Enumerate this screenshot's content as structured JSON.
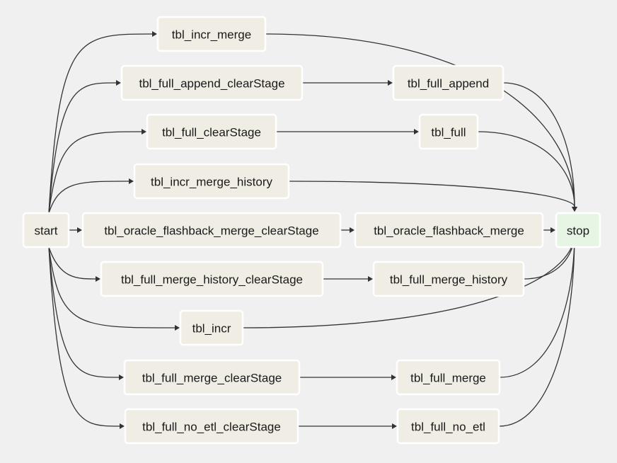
{
  "diagram": {
    "type": "dag",
    "colors": {
      "background": "#f0f0f0",
      "node_fill": "#f0ede4",
      "node_border": "#ffffff",
      "terminal_fill": "#e6f5e4",
      "edge": "#333333"
    },
    "nodes": [
      {
        "id": "start",
        "label": "start"
      },
      {
        "id": "tbl_incr_merge",
        "label": "tbl_incr_merge"
      },
      {
        "id": "tbl_full_append_clearStage",
        "label": "tbl_full_append_clearStage"
      },
      {
        "id": "tbl_full_append",
        "label": "tbl_full_append"
      },
      {
        "id": "tbl_full_clearStage",
        "label": "tbl_full_clearStage"
      },
      {
        "id": "tbl_full",
        "label": "tbl_full"
      },
      {
        "id": "tbl_incr_merge_history",
        "label": "tbl_incr_merge_history"
      },
      {
        "id": "tbl_oracle_flashback_merge_clearStage",
        "label": "tbl_oracle_flashback_merge_clearStage"
      },
      {
        "id": "tbl_oracle_flashback_merge",
        "label": "tbl_oracle_flashback_merge"
      },
      {
        "id": "tbl_full_merge_history_clearStage",
        "label": "tbl_full_merge_history_clearStage"
      },
      {
        "id": "tbl_full_merge_history",
        "label": "tbl_full_merge_history"
      },
      {
        "id": "tbl_incr",
        "label": "tbl_incr"
      },
      {
        "id": "tbl_full_merge_clearStage",
        "label": "tbl_full_merge_clearStage"
      },
      {
        "id": "tbl_full_merge",
        "label": "tbl_full_merge"
      },
      {
        "id": "tbl_full_no_etl_clearStage",
        "label": "tbl_full_no_etl_clearStage"
      },
      {
        "id": "tbl_full_no_etl",
        "label": "tbl_full_no_etl"
      },
      {
        "id": "stop",
        "label": "stop",
        "terminal": true
      }
    ],
    "edges": [
      {
        "from": "start",
        "to": "tbl_incr_merge"
      },
      {
        "from": "start",
        "to": "tbl_full_append_clearStage"
      },
      {
        "from": "start",
        "to": "tbl_full_clearStage"
      },
      {
        "from": "start",
        "to": "tbl_incr_merge_history"
      },
      {
        "from": "start",
        "to": "tbl_oracle_flashback_merge_clearStage"
      },
      {
        "from": "start",
        "to": "tbl_full_merge_history_clearStage"
      },
      {
        "from": "start",
        "to": "tbl_incr"
      },
      {
        "from": "start",
        "to": "tbl_full_merge_clearStage"
      },
      {
        "from": "start",
        "to": "tbl_full_no_etl_clearStage"
      },
      {
        "from": "tbl_full_append_clearStage",
        "to": "tbl_full_append"
      },
      {
        "from": "tbl_full_clearStage",
        "to": "tbl_full"
      },
      {
        "from": "tbl_oracle_flashback_merge_clearStage",
        "to": "tbl_oracle_flashback_merge"
      },
      {
        "from": "tbl_full_merge_history_clearStage",
        "to": "tbl_full_merge_history"
      },
      {
        "from": "tbl_full_merge_clearStage",
        "to": "tbl_full_merge"
      },
      {
        "from": "tbl_full_no_etl_clearStage",
        "to": "tbl_full_no_etl"
      },
      {
        "from": "tbl_incr_merge",
        "to": "stop"
      },
      {
        "from": "tbl_full_append",
        "to": "stop"
      },
      {
        "from": "tbl_full",
        "to": "stop"
      },
      {
        "from": "tbl_incr_merge_history",
        "to": "stop"
      },
      {
        "from": "tbl_oracle_flashback_merge",
        "to": "stop"
      },
      {
        "from": "tbl_full_merge_history",
        "to": "stop"
      },
      {
        "from": "tbl_incr",
        "to": "stop"
      },
      {
        "from": "tbl_full_merge",
        "to": "stop"
      },
      {
        "from": "tbl_full_no_etl",
        "to": "stop"
      }
    ]
  }
}
